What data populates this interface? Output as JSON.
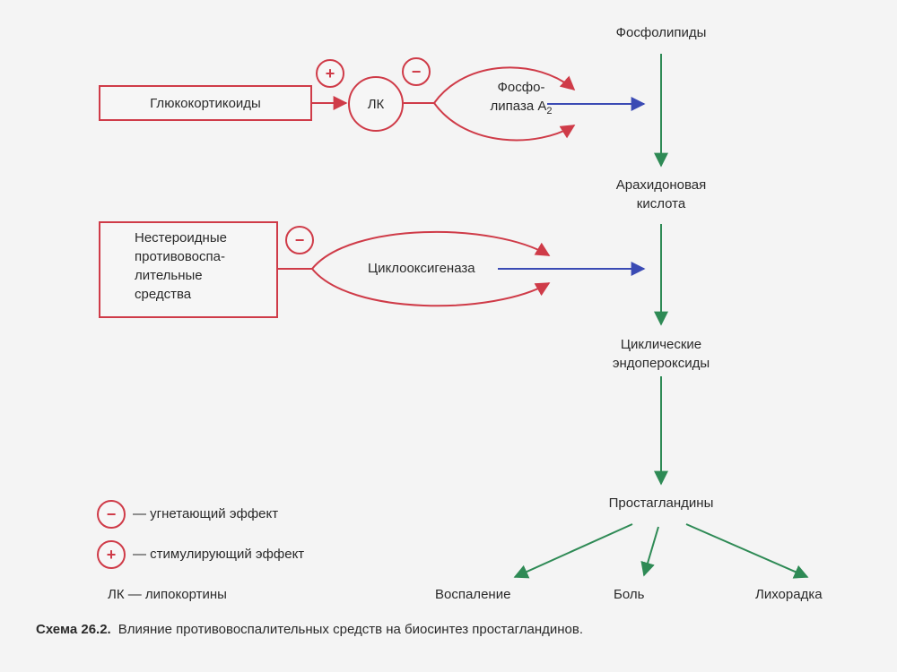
{
  "colors": {
    "inhibit": "#cf3b48",
    "enzyme_arrow": "#3a4ab4",
    "pathway": "#2e8a55",
    "text": "#2a2a2a"
  },
  "pathway": {
    "phospholipids": "Фосфолипиды",
    "arachidonic_line1": "Арахидоновая",
    "arachidonic_line2": "кислота",
    "endoperoxides_line1": "Циклические",
    "endoperoxides_line2": "эндопероксиды",
    "prostaglandins": "Простагландины",
    "effects": [
      "Воспаление",
      "Боль",
      "Лихорадка"
    ]
  },
  "upper_branch": {
    "glucocorticoids": "Глюкокортикоиды",
    "plus_sign": "+",
    "minus_sign": "−",
    "lk": "ЛК",
    "enzyme_line1": "Фосфо-",
    "enzyme_line2": "липаза А",
    "enzyme_sub": "2"
  },
  "lower_branch": {
    "nsaid_lines": [
      "Нестероидные",
      "противовоспа-",
      "лительные",
      "средства"
    ],
    "minus_sign": "−",
    "enzyme": "Циклооксигеназа"
  },
  "legend": {
    "minus_sign": "−",
    "minus_text": "— угнетающий эффект",
    "plus_sign": "+",
    "plus_text": "— стимулирующий эффект",
    "lk_text": "ЛК — липокортины"
  },
  "caption": {
    "label": "Схема 26.2.",
    "text": "Влияние противовоспалительных средств на биосинтез простагландинов."
  }
}
